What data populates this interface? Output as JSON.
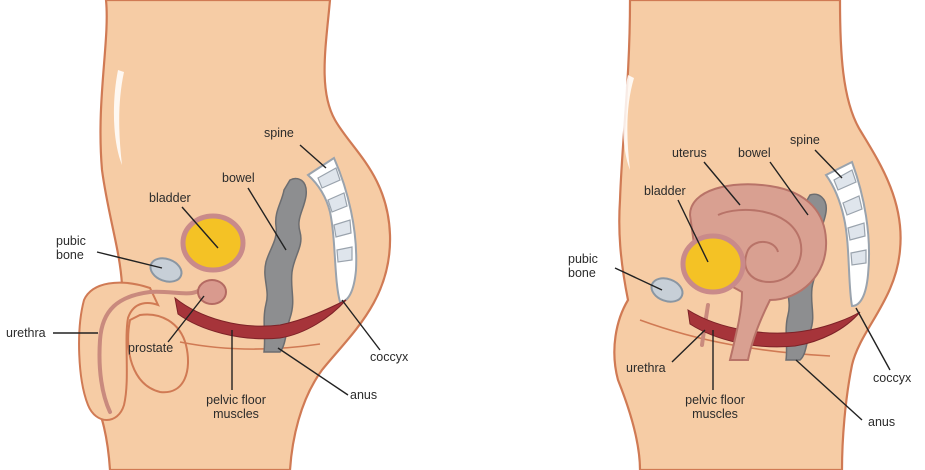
{
  "male": {
    "labels": {
      "spine": "spine",
      "bowel": "bowel",
      "bladder": "bladder",
      "pubic_bone": "pubic\nbone",
      "urethra": "urethra",
      "prostate": "prostate",
      "pelvic_floor": "pelvic floor\nmuscles",
      "anus": "anus",
      "coccyx": "coccyx"
    }
  },
  "female": {
    "labels": {
      "uterus": "uterus",
      "bowel": "bowel",
      "spine": "spine",
      "bladder": "bladder",
      "pubic_bone": "pubic\nbone",
      "urethra": "urethra",
      "pelvic_floor": "pelvic floor\nmuscles",
      "coccyx": "coccyx",
      "anus": "anus"
    }
  },
  "colors": {
    "skin": "#f6cca5",
    "skin_outline": "#d07a54",
    "bladder": "#f4c225",
    "bowel": "#8d8e90",
    "pelvic_floor_muscle": "#a6343a",
    "bone": "#c7cfd7",
    "uterus": "#d9a091",
    "prostate": "#d99a8e"
  }
}
